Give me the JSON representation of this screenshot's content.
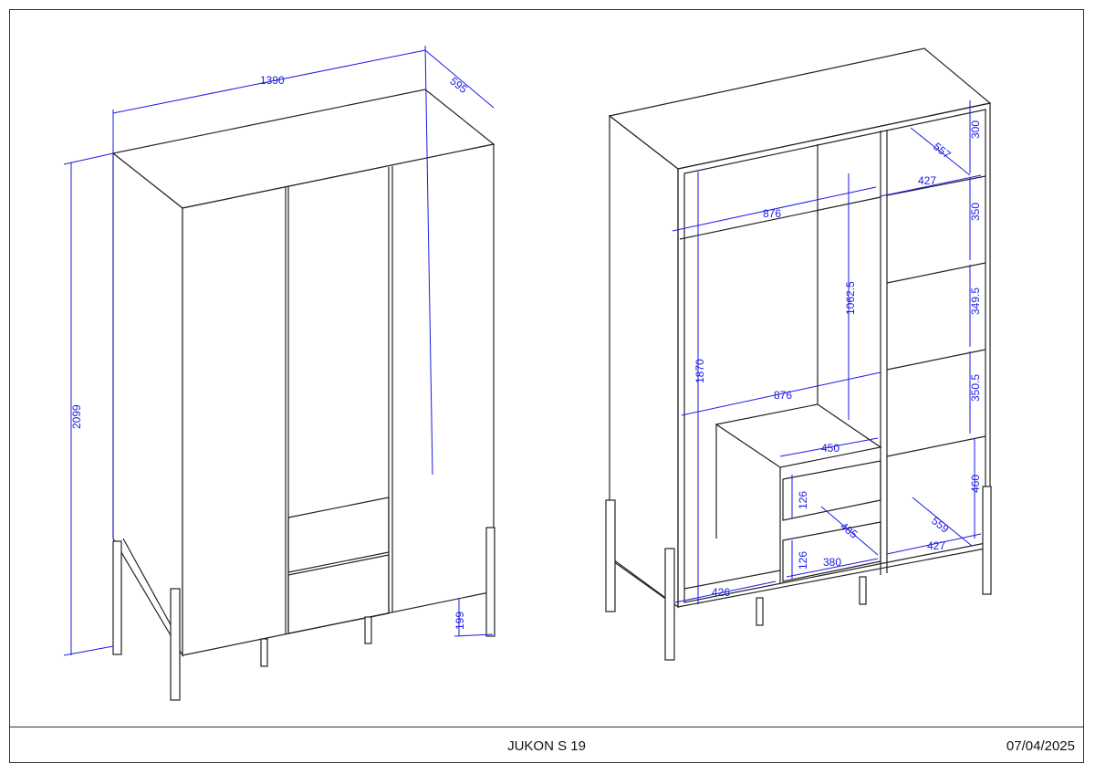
{
  "footer": {
    "title": "JUKON S 19",
    "date": "07/04/2025"
  },
  "left_view": {
    "dimensions": {
      "width": "1390",
      "depth": "595",
      "height": "2099",
      "leg_height": "199"
    }
  },
  "right_view": {
    "dimensions": {
      "top_shelf_gap": "300",
      "shelf_depth": "557",
      "shelf_width_top": "427",
      "rail_width": "876",
      "gap_350": "350",
      "rail_height": "1062.5",
      "gap_349_5": "349.5",
      "inner_height": "1870",
      "bottom_width": "876",
      "gap_350_5": "350.5",
      "drawer_box_width": "450",
      "drawer_height_1": "126",
      "gap_460": "460",
      "drawer_depth": "485",
      "bottom_shelf_depth": "559",
      "drawer_height_2": "126",
      "drawer_width": "380",
      "bottom_shelf_width": "427",
      "bottom_depth": "426"
    }
  }
}
